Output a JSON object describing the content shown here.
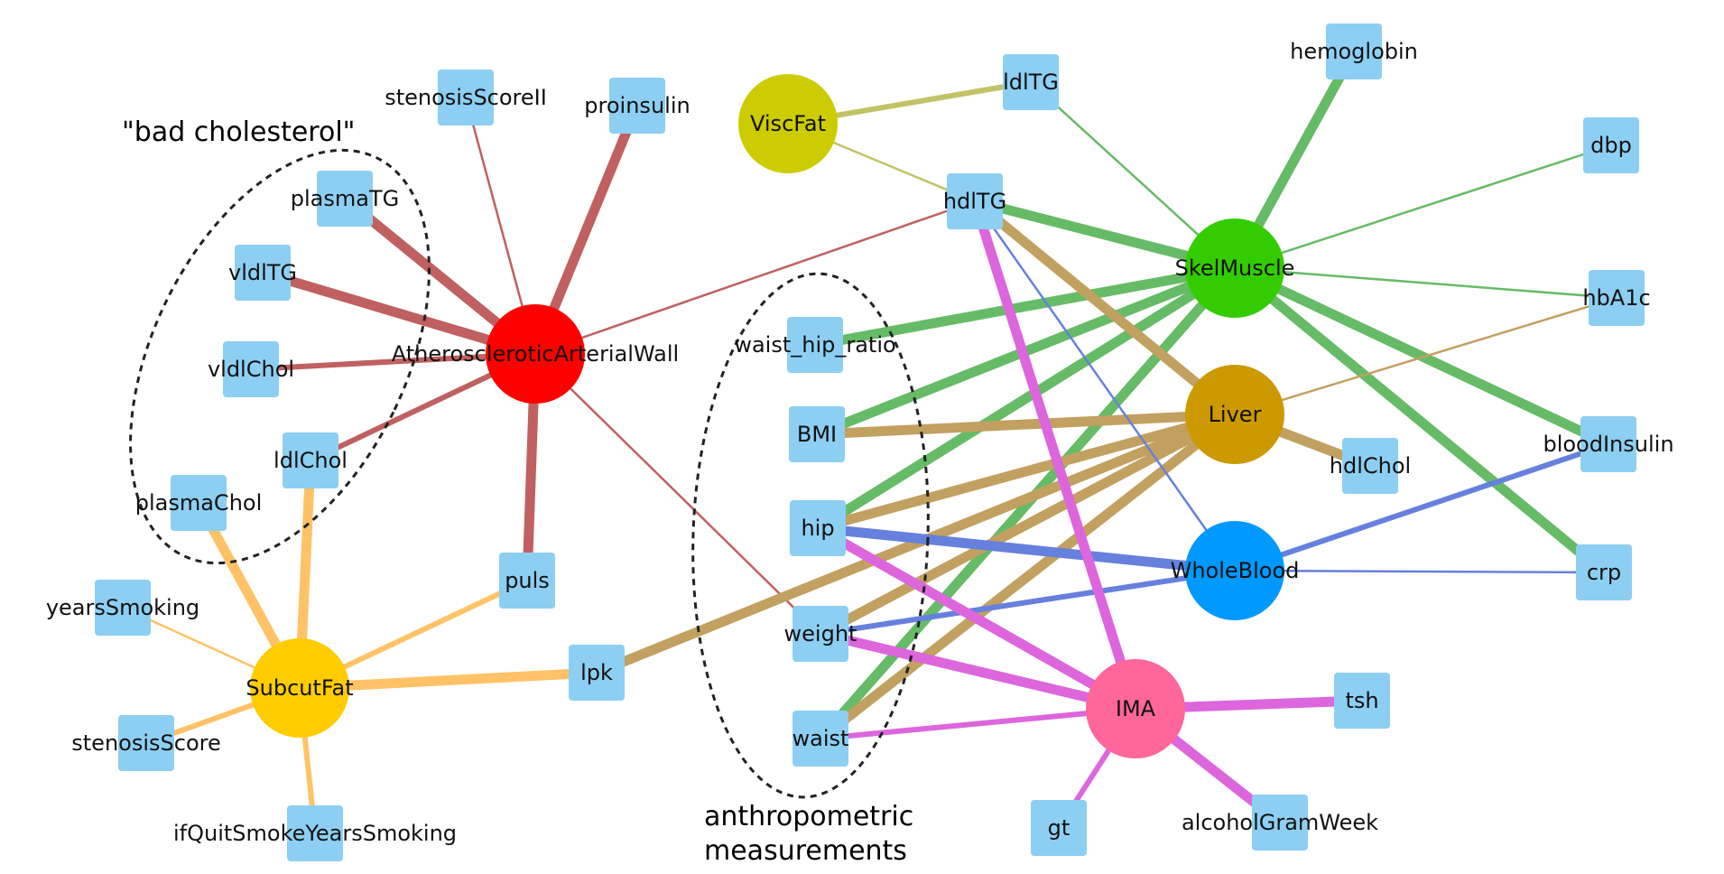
{
  "colors": {
    "measurement_node": "#8ccff2",
    "AtheroscleroticArterialWall": "#ff0000",
    "SubcutFat": "#ffcc00",
    "ViscFat": "#cccc00",
    "SkelMuscle": "#33cc00",
    "Liver": "#cc9900",
    "WholeBlood": "#0099ff",
    "IMA": "#ff6699",
    "edge_atherosclerotic": "#c06060",
    "edge_subcutfat": "#ffc266",
    "edge_viscfat": "#c2c266",
    "edge_skelmuscle": "#66bb66",
    "edge_liver": "#c2a060",
    "edge_wholeblood": "#6680dd",
    "edge_ima": "#dd66dd"
  },
  "annotations": {
    "bad_cholesterol": "\"bad cholesterol\"",
    "anthropometric_line1": "anthropometric",
    "anthropometric_line2": "measurements"
  },
  "nodes": [
    {
      "id": "AtheroscleroticArterialWall",
      "label": "AtheroscleroticArterialWall",
      "kind": "tissue"
    },
    {
      "id": "SubcutFat",
      "label": "SubcutFat",
      "kind": "tissue"
    },
    {
      "id": "ViscFat",
      "label": "ViscFat",
      "kind": "tissue"
    },
    {
      "id": "SkelMuscle",
      "label": "SkelMuscle",
      "kind": "tissue"
    },
    {
      "id": "Liver",
      "label": "Liver",
      "kind": "tissue"
    },
    {
      "id": "WholeBlood",
      "label": "WholeBlood",
      "kind": "tissue"
    },
    {
      "id": "IMA",
      "label": "IMA",
      "kind": "tissue"
    },
    {
      "id": "stenosisScoreII",
      "label": "stenosisScoreII",
      "kind": "measurement"
    },
    {
      "id": "proinsulin",
      "label": "proinsulin",
      "kind": "measurement"
    },
    {
      "id": "plasmaTG",
      "label": "plasmaTG",
      "kind": "measurement"
    },
    {
      "id": "vldlTG",
      "label": "vldlTG",
      "kind": "measurement"
    },
    {
      "id": "vldlChol",
      "label": "vldlChol",
      "kind": "measurement"
    },
    {
      "id": "ldlChol",
      "label": "ldlChol",
      "kind": "measurement"
    },
    {
      "id": "plasmaChol",
      "label": "plasmaChol",
      "kind": "measurement"
    },
    {
      "id": "puls",
      "label": "puls",
      "kind": "measurement"
    },
    {
      "id": "yearsSmoking",
      "label": "yearsSmoking",
      "kind": "measurement"
    },
    {
      "id": "stenosisScore",
      "label": "stenosisScore",
      "kind": "measurement"
    },
    {
      "id": "ifQuitSmokeYearsSmoking",
      "label": "ifQuitSmokeYearsSmoking",
      "kind": "measurement"
    },
    {
      "id": "lpk",
      "label": "lpk",
      "kind": "measurement"
    },
    {
      "id": "ldlTG",
      "label": "ldlTG",
      "kind": "measurement"
    },
    {
      "id": "hdlTG",
      "label": "hdlTG",
      "kind": "measurement"
    },
    {
      "id": "hemoglobin",
      "label": "hemoglobin",
      "kind": "measurement"
    },
    {
      "id": "dbp",
      "label": "dbp",
      "kind": "measurement"
    },
    {
      "id": "hbA1c",
      "label": "hbA1c",
      "kind": "measurement"
    },
    {
      "id": "waist_hip_ratio",
      "label": "waist_hip_ratio",
      "kind": "measurement"
    },
    {
      "id": "BMI",
      "label": "BMI",
      "kind": "measurement"
    },
    {
      "id": "hip",
      "label": "hip",
      "kind": "measurement"
    },
    {
      "id": "weight",
      "label": "weight",
      "kind": "measurement"
    },
    {
      "id": "waist",
      "label": "waist",
      "kind": "measurement"
    },
    {
      "id": "hdlChol",
      "label": "hdlChol",
      "kind": "measurement"
    },
    {
      "id": "bloodInsulin",
      "label": "bloodInsulin",
      "kind": "measurement"
    },
    {
      "id": "crp",
      "label": "crp",
      "kind": "measurement"
    },
    {
      "id": "tsh",
      "label": "tsh",
      "kind": "measurement"
    },
    {
      "id": "gt",
      "label": "gt",
      "kind": "measurement"
    },
    {
      "id": "alcoholGramWeek",
      "label": "alcoholGramWeek",
      "kind": "measurement"
    }
  ],
  "edges": [
    {
      "source": "AtheroscleroticArterialWall",
      "target": "plasmaTG",
      "group": "atherosclerotic",
      "strength": "strong"
    },
    {
      "source": "AtheroscleroticArterialWall",
      "target": "vldlTG",
      "group": "atherosclerotic",
      "strength": "strong"
    },
    {
      "source": "AtheroscleroticArterialWall",
      "target": "vldlChol",
      "group": "atherosclerotic",
      "strength": "medium"
    },
    {
      "source": "AtheroscleroticArterialWall",
      "target": "ldlChol",
      "group": "atherosclerotic",
      "strength": "medium"
    },
    {
      "source": "AtheroscleroticArterialWall",
      "target": "stenosisScoreII",
      "group": "atherosclerotic",
      "strength": "weak"
    },
    {
      "source": "AtheroscleroticArterialWall",
      "target": "proinsulin",
      "group": "atherosclerotic",
      "strength": "strong"
    },
    {
      "source": "AtheroscleroticArterialWall",
      "target": "puls",
      "group": "atherosclerotic",
      "strength": "strong"
    },
    {
      "source": "AtheroscleroticArterialWall",
      "target": "hdlTG",
      "group": "atherosclerotic",
      "strength": "weak"
    },
    {
      "source": "AtheroscleroticArterialWall",
      "target": "weight",
      "group": "atherosclerotic",
      "strength": "weak"
    },
    {
      "source": "SubcutFat",
      "target": "plasmaChol",
      "group": "subcutfat",
      "strength": "strong"
    },
    {
      "source": "SubcutFat",
      "target": "ldlChol",
      "group": "subcutfat",
      "strength": "strong"
    },
    {
      "source": "SubcutFat",
      "target": "puls",
      "group": "subcutfat",
      "strength": "medium"
    },
    {
      "source": "SubcutFat",
      "target": "yearsSmoking",
      "group": "subcutfat",
      "strength": "weak"
    },
    {
      "source": "SubcutFat",
      "target": "stenosisScore",
      "group": "subcutfat",
      "strength": "medium"
    },
    {
      "source": "SubcutFat",
      "target": "ifQuitSmokeYearsSmoking",
      "group": "subcutfat",
      "strength": "medium"
    },
    {
      "source": "SubcutFat",
      "target": "lpk",
      "group": "subcutfat",
      "strength": "strong"
    },
    {
      "source": "ViscFat",
      "target": "ldlTG",
      "group": "viscfat",
      "strength": "medium"
    },
    {
      "source": "ViscFat",
      "target": "hdlTG",
      "group": "viscfat",
      "strength": "weak"
    },
    {
      "source": "SkelMuscle",
      "target": "ldlTG",
      "group": "skelmuscle",
      "strength": "weak"
    },
    {
      "source": "SkelMuscle",
      "target": "hemoglobin",
      "group": "skelmuscle",
      "strength": "strong"
    },
    {
      "source": "SkelMuscle",
      "target": "dbp",
      "group": "skelmuscle",
      "strength": "weak"
    },
    {
      "source": "SkelMuscle",
      "target": "hbA1c",
      "group": "skelmuscle",
      "strength": "weak"
    },
    {
      "source": "SkelMuscle",
      "target": "hdlTG",
      "group": "skelmuscle",
      "strength": "strong"
    },
    {
      "source": "SkelMuscle",
      "target": "waist_hip_ratio",
      "group": "skelmuscle",
      "strength": "strong"
    },
    {
      "source": "SkelMuscle",
      "target": "BMI",
      "group": "skelmuscle",
      "strength": "strong"
    },
    {
      "source": "SkelMuscle",
      "target": "hip",
      "group": "skelmuscle",
      "strength": "strong"
    },
    {
      "source": "SkelMuscle",
      "target": "waist",
      "group": "skelmuscle",
      "strength": "strong"
    },
    {
      "source": "SkelMuscle",
      "target": "bloodInsulin",
      "group": "skelmuscle",
      "strength": "strong"
    },
    {
      "source": "SkelMuscle",
      "target": "crp",
      "group": "skelmuscle",
      "strength": "strong"
    },
    {
      "source": "Liver",
      "target": "hdlTG",
      "group": "liver",
      "strength": "strong"
    },
    {
      "source": "Liver",
      "target": "hbA1c",
      "group": "liver",
      "strength": "weak"
    },
    {
      "source": "Liver",
      "target": "BMI",
      "group": "liver",
      "strength": "strong"
    },
    {
      "source": "Liver",
      "target": "hip",
      "group": "liver",
      "strength": "strong"
    },
    {
      "source": "Liver",
      "target": "weight",
      "group": "liver",
      "strength": "strong"
    },
    {
      "source": "Liver",
      "target": "waist",
      "group": "liver",
      "strength": "strong"
    },
    {
      "source": "Liver",
      "target": "lpk",
      "group": "liver",
      "strength": "strong"
    },
    {
      "source": "Liver",
      "target": "hdlChol",
      "group": "liver",
      "strength": "strong"
    },
    {
      "source": "WholeBlood",
      "target": "hdlTG",
      "group": "wholeblood",
      "strength": "weak"
    },
    {
      "source": "WholeBlood",
      "target": "hip",
      "group": "wholeblood",
      "strength": "strong"
    },
    {
      "source": "WholeBlood",
      "target": "weight",
      "group": "wholeblood",
      "strength": "medium"
    },
    {
      "source": "WholeBlood",
      "target": "bloodInsulin",
      "group": "wholeblood",
      "strength": "medium"
    },
    {
      "source": "WholeBlood",
      "target": "crp",
      "group": "wholeblood",
      "strength": "weak"
    },
    {
      "source": "IMA",
      "target": "hdlTG",
      "group": "ima",
      "strength": "strong"
    },
    {
      "source": "IMA",
      "target": "hip",
      "group": "ima",
      "strength": "strong"
    },
    {
      "source": "IMA",
      "target": "weight",
      "group": "ima",
      "strength": "strong"
    },
    {
      "source": "IMA",
      "target": "waist",
      "group": "ima",
      "strength": "medium"
    },
    {
      "source": "IMA",
      "target": "tsh",
      "group": "ima",
      "strength": "strong"
    },
    {
      "source": "IMA",
      "target": "gt",
      "group": "ima",
      "strength": "medium"
    },
    {
      "source": "IMA",
      "target": "alcoholGramWeek",
      "group": "ima",
      "strength": "strong"
    }
  ]
}
